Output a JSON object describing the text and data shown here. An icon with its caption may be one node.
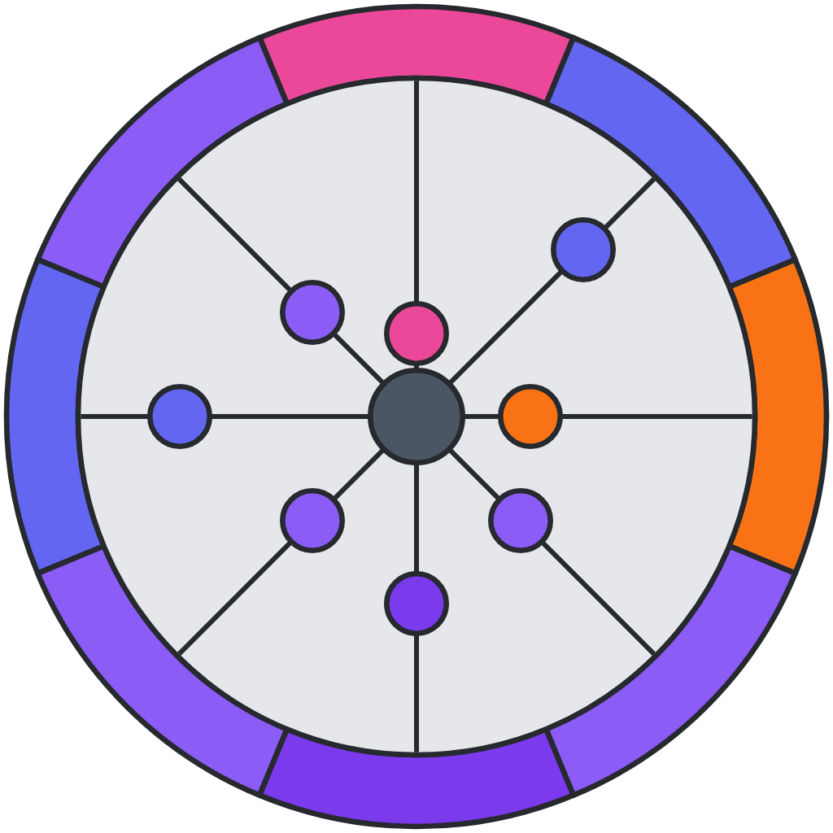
{
  "diagram": {
    "nodes": [
      {
        "text": [],
        "shape": "circle"
      },
      {
        "text": [],
        "shape": "circle"
      },
      {
        "text": [],
        "shape": "circle"
      },
      {
        "text": [],
        "shape": "circle"
      },
      {
        "text": [],
        "shape": "circle"
      },
      {
        "text": [],
        "shape": "circle"
      },
      {
        "text": [],
        "shape": "circle"
      },
      {
        "text": [],
        "shape": "circle"
      },
      {
        "text": [],
        "shape": "circle"
      },
      {
        "text": [],
        "shape": "arc"
      },
      {
        "text": [],
        "shape": "arc"
      },
      {
        "text": [],
        "shape": "arc"
      },
      {
        "text": [],
        "shape": "arc"
      },
      {
        "text": [],
        "shape": "arc"
      },
      {
        "text": [],
        "shape": "arc"
      },
      {
        "text": [],
        "shape": "arc"
      },
      {
        "text": [],
        "shape": "arc"
      }
    ],
    "edges": [
      {
        "from": 0,
        "to": 1,
        "arrow": "none"
      },
      {
        "from": 0,
        "to": 2,
        "arrow": "none"
      },
      {
        "from": 0,
        "to": 3,
        "arrow": "none"
      },
      {
        "from": 0,
        "to": 4,
        "arrow": "none"
      },
      {
        "from": 0,
        "to": 5,
        "arrow": "none"
      },
      {
        "from": 0,
        "to": 6,
        "arrow": "none"
      },
      {
        "from": 0,
        "to": 7,
        "arrow": "none"
      },
      {
        "from": 0,
        "to": 8,
        "arrow": "none"
      },
      {
        "from": 1,
        "to": 11,
        "arrow": "none"
      },
      {
        "from": 2,
        "to": 10,
        "arrow": "none"
      },
      {
        "from": 3,
        "to": 9,
        "arrow": "none"
      },
      {
        "from": 4,
        "to": 12,
        "arrow": "none"
      },
      {
        "from": 5,
        "to": 13,
        "arrow": "none"
      },
      {
        "from": 6,
        "to": 14,
        "arrow": "none"
      },
      {
        "from": 7,
        "to": 15,
        "arrow": "none"
      },
      {
        "from": 8,
        "to": 16,
        "arrow": "none"
      }
    ]
  }
}
